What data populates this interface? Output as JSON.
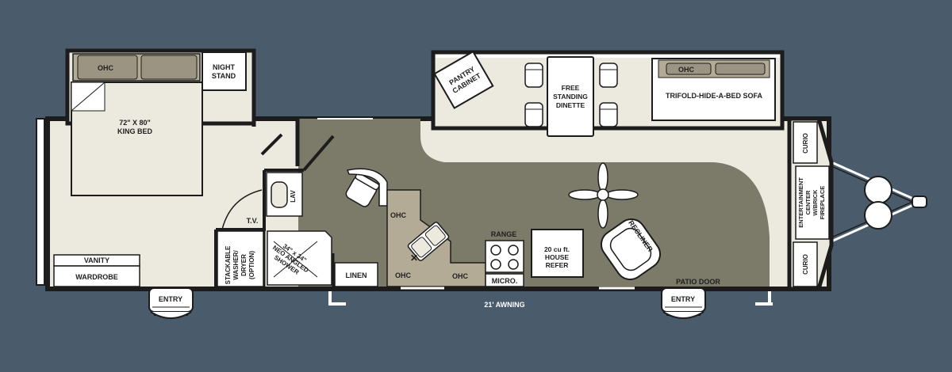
{
  "colors": {
    "background": "#4a5b6c",
    "floor_light": "#ece9df",
    "floor_dark": "#7c7a68",
    "floor_mid": "#9b9482",
    "counter": "#b3ab95",
    "wall": "#1c1c1c",
    "white": "#ffffff"
  },
  "labels": {
    "ohc_bedroom": "OHC",
    "night_stand": "NIGHT STAND",
    "bed": "72\" X 80\" KING BED",
    "vanity": "VANITY",
    "wardrobe": "WARDROBE",
    "tv": "T.V.",
    "washer": "STACKABLE WASHER/ DRYER (OPTION)",
    "lav": "LAV",
    "shower": "34\" x 34\" NEO ANGLED SHOWER",
    "linen": "LINEN",
    "pantry": "PANTRY CABINET",
    "dinette": "FREE STANDING DINETTE",
    "ohc_sofa": "OHC",
    "sofa": "TRIFOLD-HIDE-A-BED SOFA",
    "ohc_kitchen_left": "OHC",
    "ohc_kitchen_bottom_left": "OHC",
    "ohc_kitchen_bottom_right": "OHC",
    "range": "RANGE",
    "micro": "MICRO.",
    "refer": "20 cu ft. HOUSE REFER",
    "recliner": "RECLINER",
    "patio_door": "PATIO DOOR",
    "curio_top": "CURIO",
    "curio_bottom": "CURIO",
    "entertainment": "ENTERTAINMENT CENTER W/BRICK FIREPLACE",
    "entry_left": "ENTRY",
    "entry_right": "ENTRY",
    "awning": "21' AWNING"
  }
}
